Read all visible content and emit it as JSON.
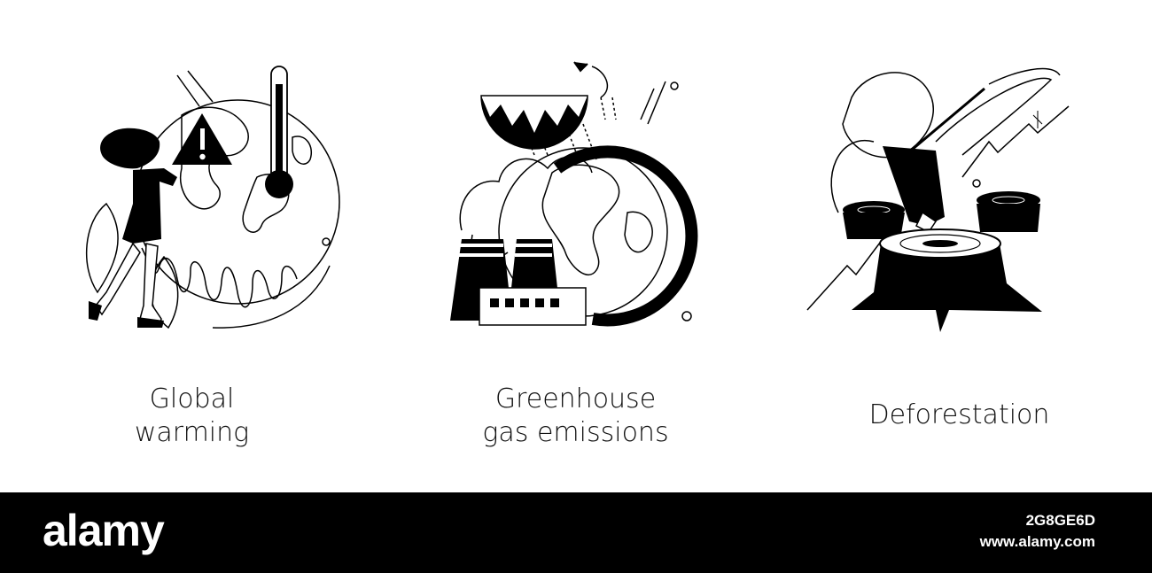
{
  "panels": [
    {
      "caption_line1": "Global",
      "caption_line2": "warming",
      "icon": "global-warming-illustration"
    },
    {
      "caption_line1": "Greenhouse",
      "caption_line2": "gas emissions",
      "icon": "greenhouse-gas-illustration"
    },
    {
      "caption_line1": "Deforestation",
      "icon": "deforestation-illustration"
    }
  ],
  "footer": {
    "brand": "alamy",
    "image_id": "2G8GE6D",
    "url": "www.alamy.com"
  },
  "colors": {
    "ink": "#000000",
    "background": "#ffffff",
    "footer_bg": "#000000",
    "footer_text": "#ffffff"
  }
}
